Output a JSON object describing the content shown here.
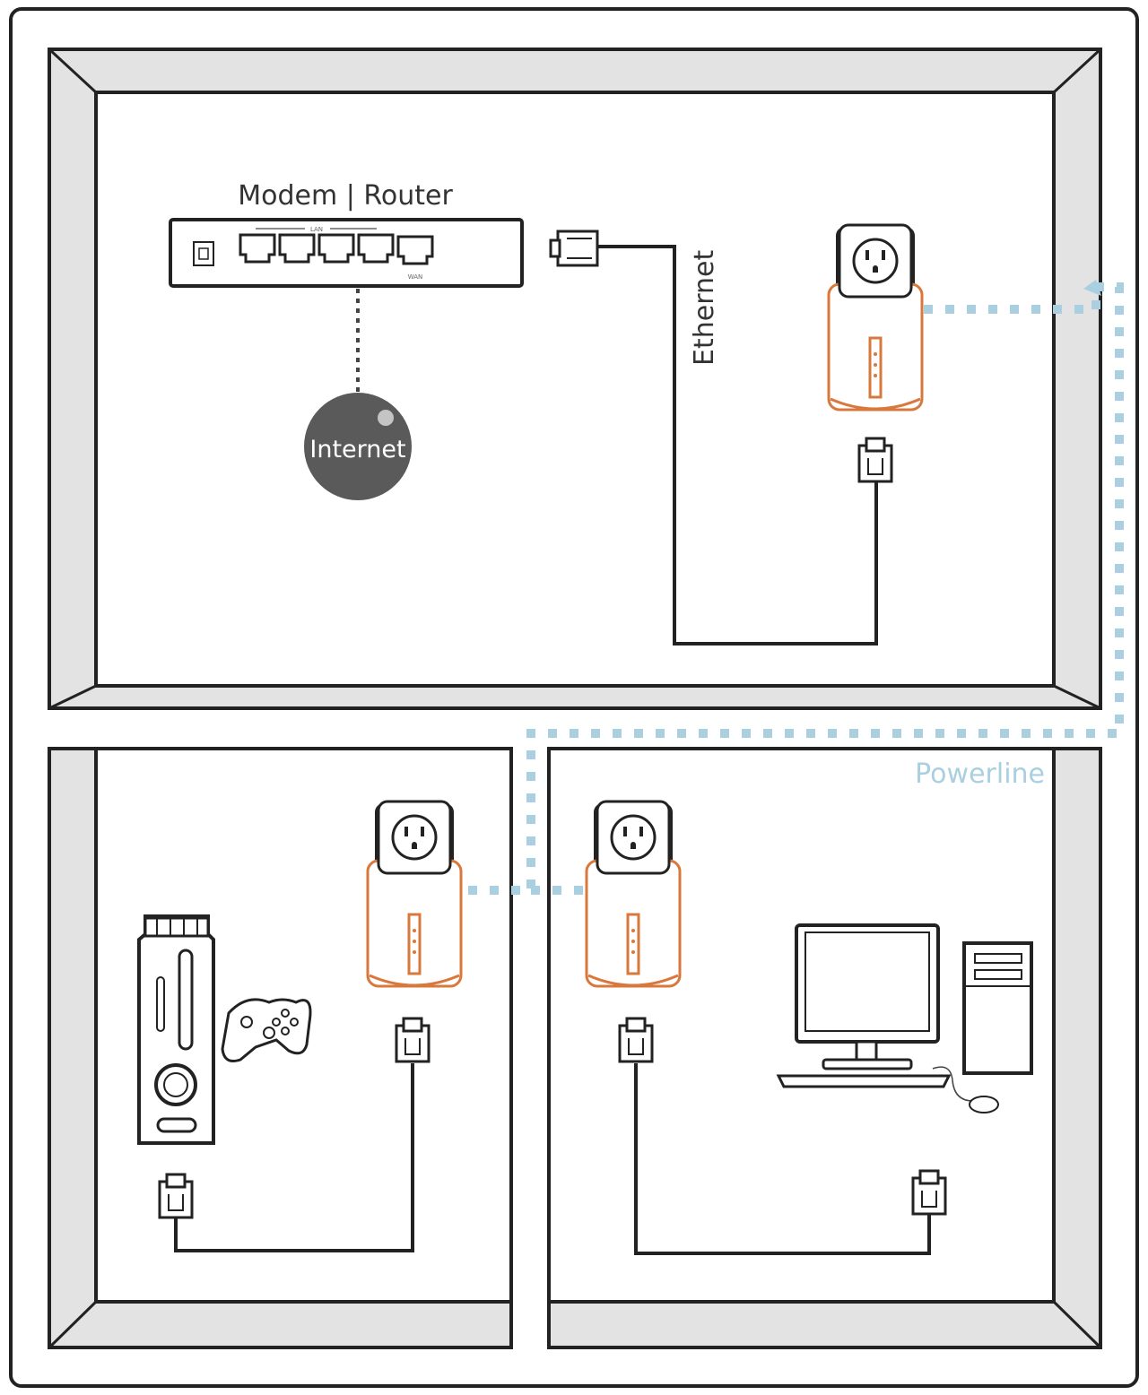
{
  "labels": {
    "modem_router": "Modem | Router",
    "internet": "Internet",
    "ethernet": "Ethernet",
    "powerline": "Powerline",
    "router_lan": "LAN",
    "router_wan": "WAN"
  },
  "colors": {
    "line": "#222222",
    "wall": "#e2e2e2",
    "adapter_accent": "#d9783c",
    "powerline": "#a9cfe0",
    "internet_ball": "#5a5a5a"
  },
  "icons": [
    "wall-outlet-icon",
    "ethernet-plug-icon",
    "game-console-icon",
    "gamepad-icon",
    "desktop-computer-icon",
    "computer-mouse-icon"
  ]
}
